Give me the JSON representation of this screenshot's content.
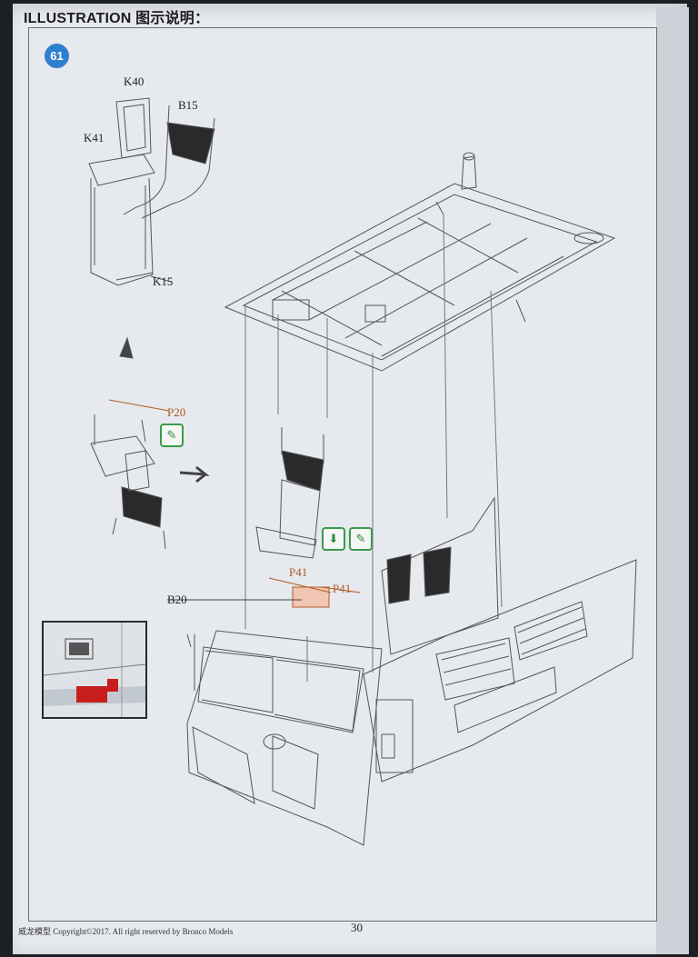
{
  "header": {
    "title": "ILLUSTRATION 图示说明："
  },
  "step": {
    "number": "61"
  },
  "parts": {
    "k40": "K40",
    "k41": "K41",
    "b15": "B15",
    "k15": "K15",
    "p20": "P20",
    "p41_a": "P41",
    "p41_b": "P41",
    "b20": "B20"
  },
  "icons": {
    "glue": "glue-tube-icon",
    "arrow_down": "down-arrow-icon",
    "arrow_right": "right-arrow-icon",
    "install_down": "install-down-icon",
    "glue_secondary": "glue-secondary-icon"
  },
  "footer": {
    "copyright": "威龙模型 Copyright©2017. All right reserved by Bronco Models",
    "page": "30"
  },
  "colors": {
    "badge_blue": "#2f7fd0",
    "glue_green": "#3c9a4c",
    "highlight_orange": "#b25a22",
    "inset_red": "#c81d1d"
  }
}
